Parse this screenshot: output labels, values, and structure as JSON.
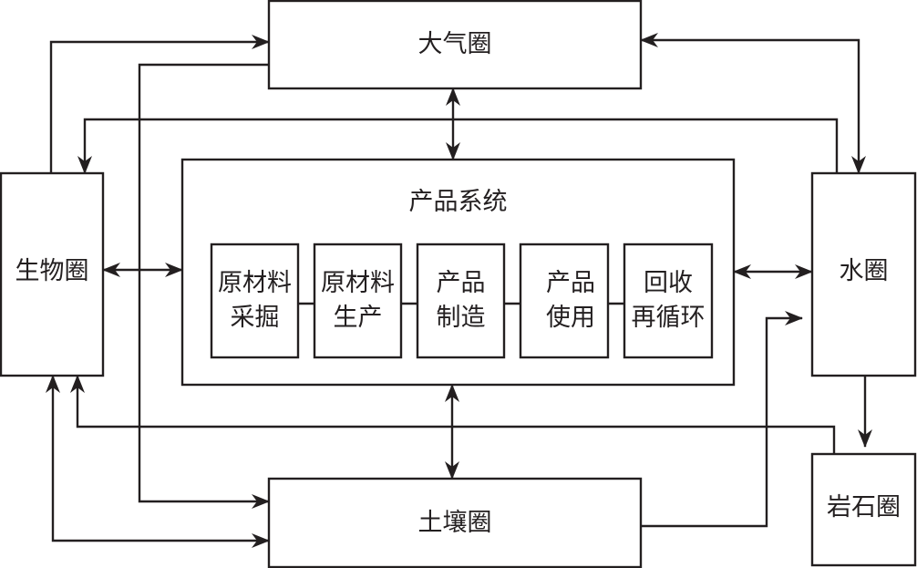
{
  "diagram": {
    "spheres": {
      "atmosphere": "大气圈",
      "biosphere": "生物圈",
      "hydrosphere": "水圈",
      "lithosphere": "岩石圈",
      "pedosphere": "土壤圈"
    },
    "product_system": {
      "title": "产品系统",
      "stages": [
        {
          "label": "原材料\n采掘"
        },
        {
          "label": "原材料\n生产"
        },
        {
          "label": "产品\n制造"
        },
        {
          "label": "产品\n使用"
        },
        {
          "label": "回收\n再循环"
        }
      ]
    },
    "connections": [
      {
        "from": "生物圈",
        "to": "大气圈",
        "direction": "one-way"
      },
      {
        "from": "大气圈",
        "to": "土壤圈",
        "direction": "one-way"
      },
      {
        "from": "水圈",
        "to": "生物圈",
        "direction": "one-way"
      },
      {
        "from": "大气圈",
        "to": "水圈",
        "direction": "two-way"
      },
      {
        "from": "大气圈",
        "to": "产品系统",
        "direction": "two-way"
      },
      {
        "from": "生物圈",
        "to": "产品系统",
        "direction": "two-way"
      },
      {
        "from": "产品系统",
        "to": "水圈",
        "direction": "two-way"
      },
      {
        "from": "产品系统",
        "to": "土壤圈",
        "direction": "two-way"
      },
      {
        "from": "生物圈",
        "to": "土壤圈",
        "direction": "two-way"
      },
      {
        "from": "岩石圈",
        "to": "生物圈",
        "direction": "one-way"
      },
      {
        "from": "土壤圈",
        "to": "水圈",
        "direction": "one-way"
      },
      {
        "from": "水圈",
        "to": "岩石圈",
        "direction": "one-way"
      }
    ],
    "colors": {
      "stroke": "#231f20",
      "background": "#ffffff"
    }
  }
}
